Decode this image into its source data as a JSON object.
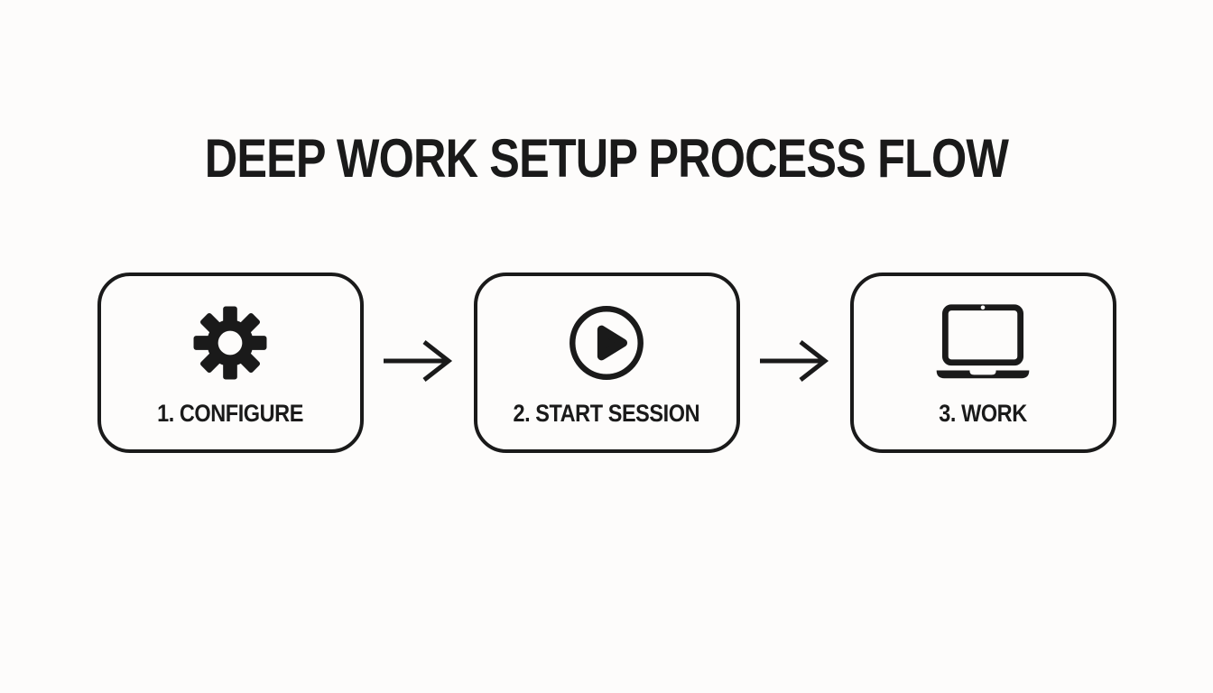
{
  "title": "DEEP WORK SETUP PROCESS FLOW",
  "colors": {
    "ink": "#1a1a1a",
    "background": "#fdfcfb"
  },
  "steps": [
    {
      "id": "configure",
      "label": "1. CONFIGURE",
      "icon": "gear-icon"
    },
    {
      "id": "start-session",
      "label": "2. START SESSION",
      "icon": "play-icon"
    },
    {
      "id": "work",
      "label": "3. WORK",
      "icon": "laptop-icon"
    }
  ],
  "connectors": [
    {
      "icon": "arrow-right-icon"
    },
    {
      "icon": "arrow-right-icon"
    }
  ]
}
